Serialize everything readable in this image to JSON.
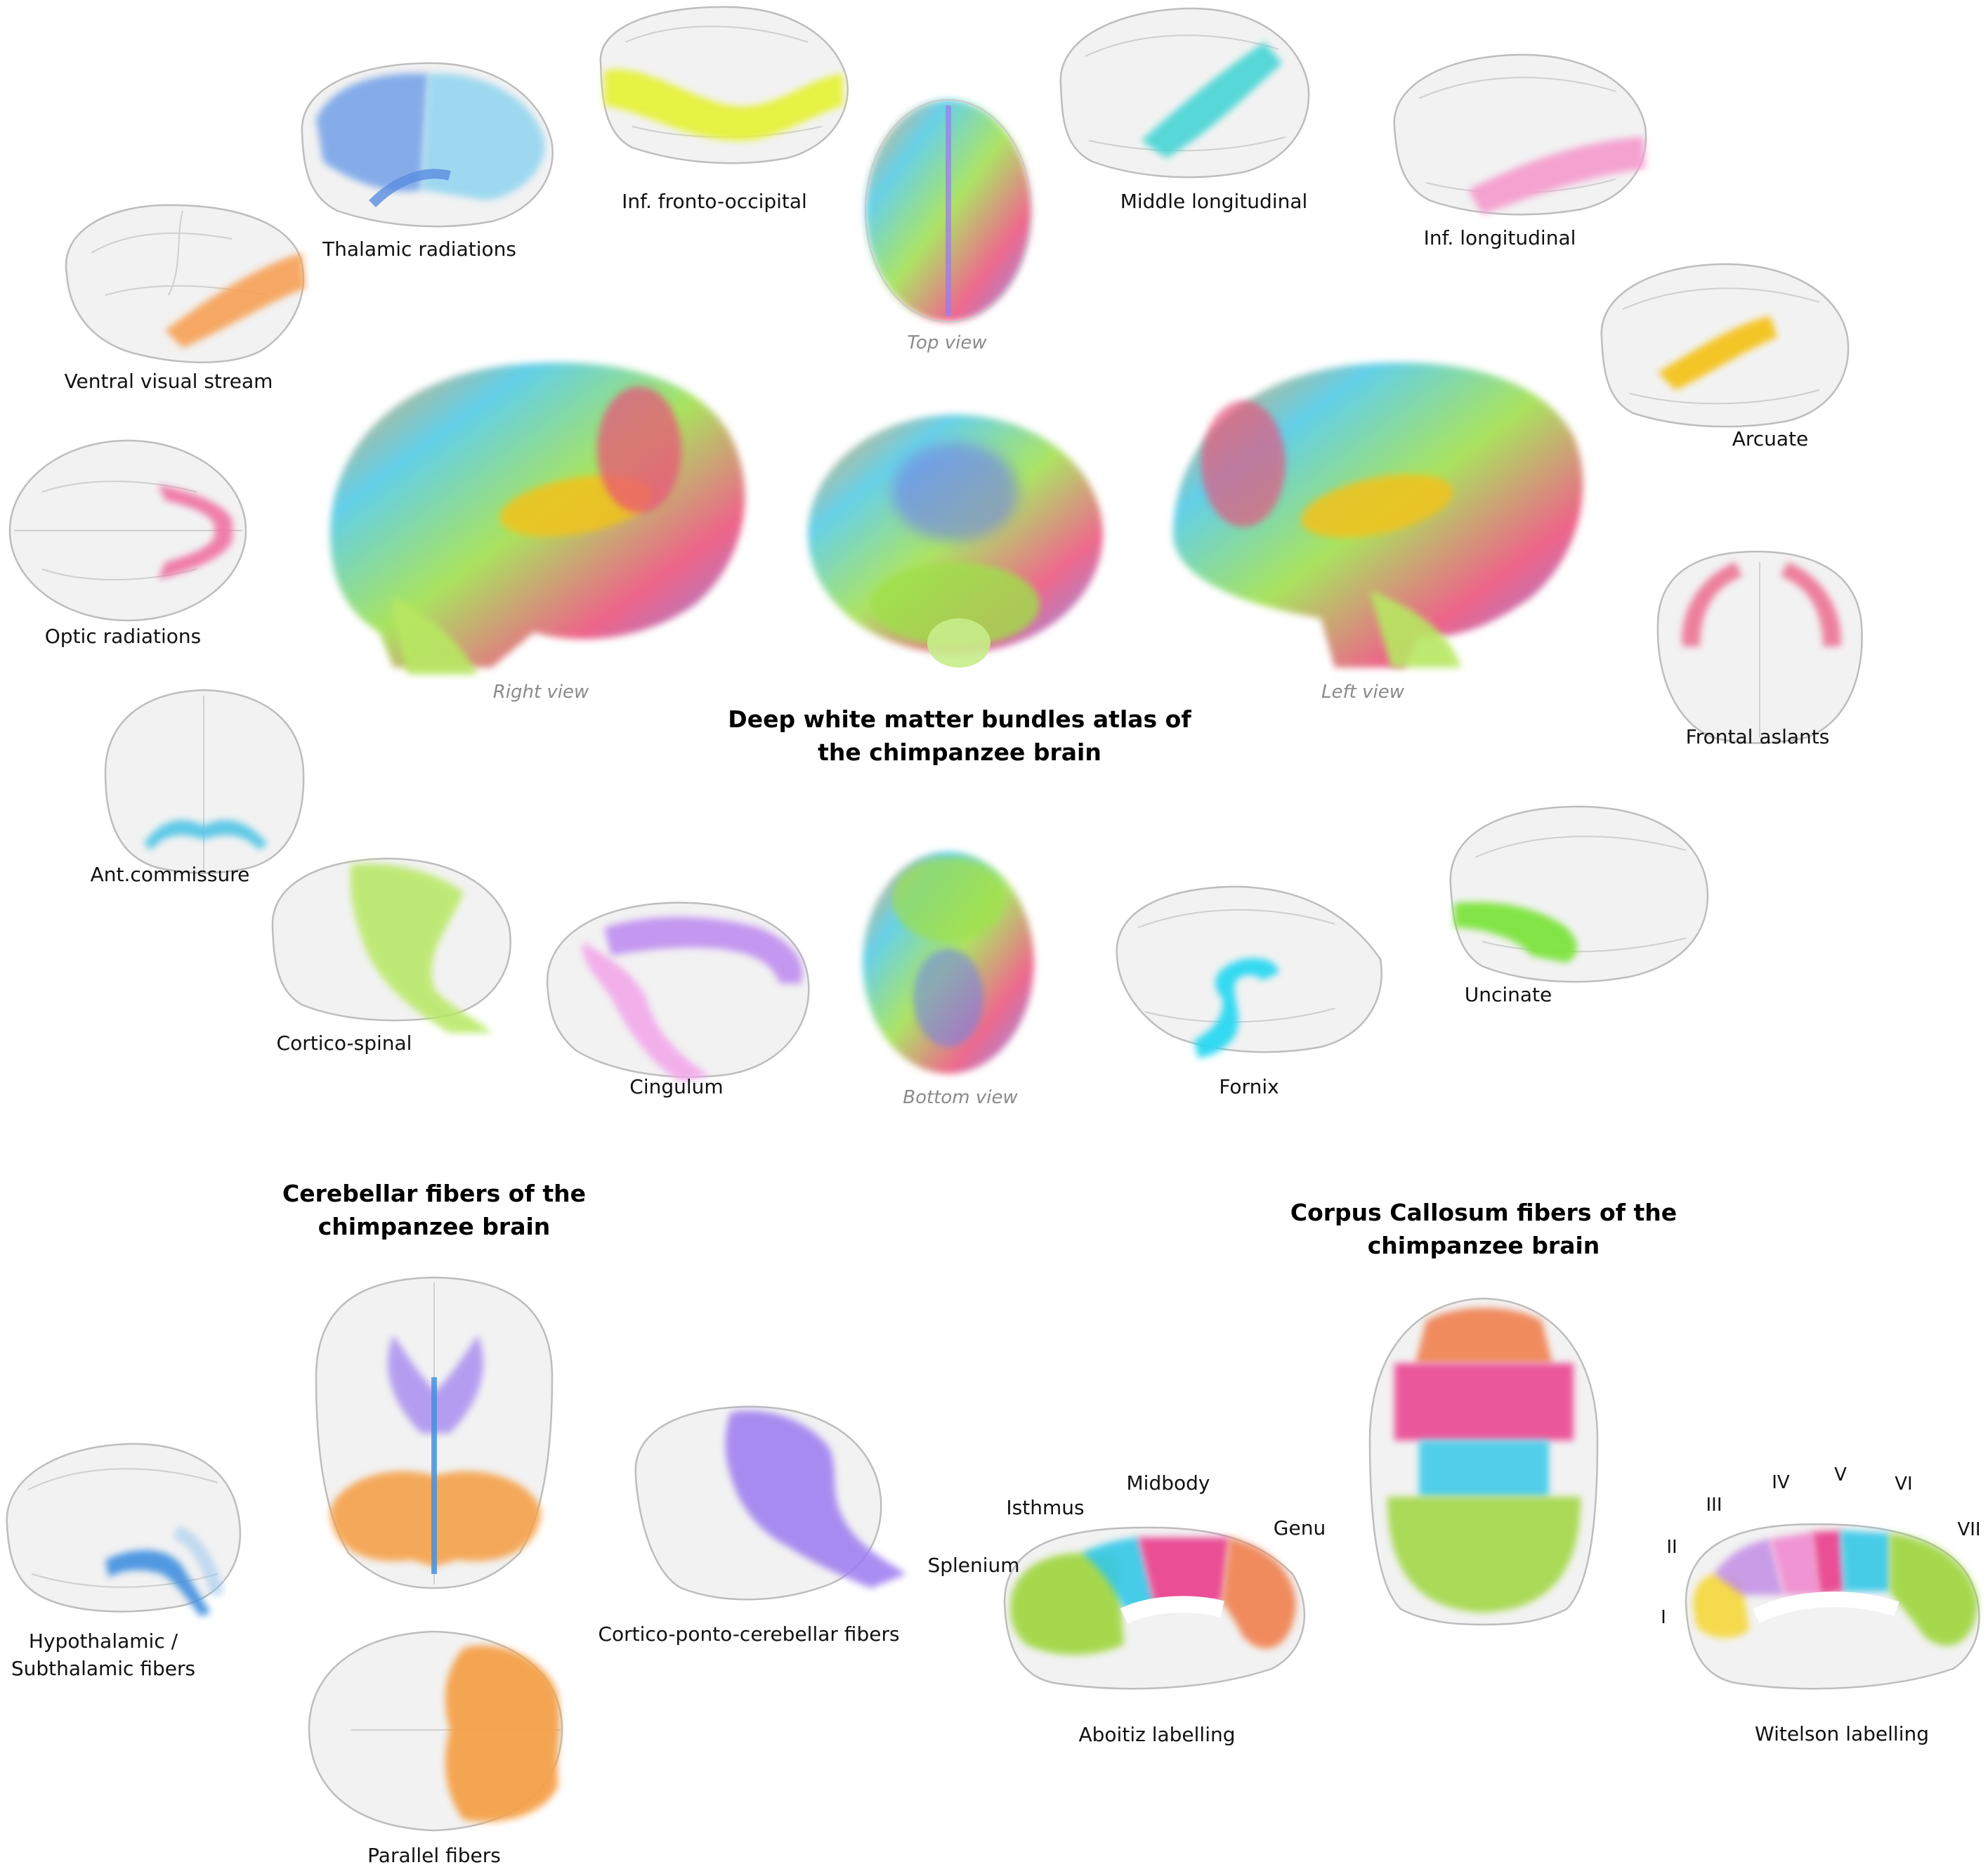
{
  "colors": {
    "ventral_visual_stream": "#f7a055",
    "thalamic_radiations_dark": "#6b9be8",
    "thalamic_radiations_light": "#8fd4f0",
    "inf_fronto_occipital": "#e6f23b",
    "middle_longitudinal": "#4fd6d6",
    "inf_longitudinal": "#f59fcf",
    "arcuate": "#f5c31e",
    "optic_radiations": "#ef78a6",
    "frontal_aslants": "#ec6c8e",
    "ant_commissure": "#58c7e6",
    "cortico_spinal": "#b7e862",
    "cingulum_purple": "#c08ef0",
    "cingulum_pink": "#f2a8ea",
    "fornix": "#2ad8f2",
    "uncinate": "#7de43e",
    "cerebellar_purple": "#9b7af0",
    "cerebellar_orange": "#f5a14a",
    "cerebellar_blue": "#3f8fe0",
    "cc_orange": "#f08050",
    "cc_magenta": "#ea3e8c",
    "cc_cyan": "#35c8e8",
    "cc_green": "#9ed63c",
    "cc_yellow": "#f5d83a",
    "cc_lilac": "#c28ee6",
    "cc_pink": "#f08ad0"
  },
  "deep_atlas": {
    "title_line1": "Deep white matter bundles atlas of",
    "title_line2": "the chimpanzee brain",
    "views": {
      "top": "Top view",
      "right": "Right view",
      "left": "Left view",
      "bottom": "Bottom view"
    },
    "bundles": [
      "Thalamic radiations",
      "Inf. fronto-occipital",
      "Middle longitudinal",
      "Inf. longitudinal",
      "Ventral visual stream",
      "Arcuate",
      "Optic radiations",
      "Frontal aslants",
      "Ant.commissure",
      "Cortico-spinal",
      "Cingulum",
      "Fornix",
      "Uncinate"
    ]
  },
  "cerebellar": {
    "title_line1": "Cerebellar fibers of the",
    "title_line2": "chimpanzee brain",
    "labels": {
      "hypothalamic_line1": "Hypothalamic /",
      "hypothalamic_line2": "Subthalamic fibers",
      "cortico_ponto": "Cortico-ponto-cerebellar fibers",
      "parallel": "Parallel fibers"
    }
  },
  "corpus_callosum": {
    "title_line1": "Corpus Callosum fibers of the",
    "title_line2": "chimpanzee brain",
    "aboitiz": {
      "caption": "Aboitiz  labelling",
      "regions": [
        "Midbody",
        "Isthmus",
        "Genu",
        "Splenium"
      ]
    },
    "witelson": {
      "caption": "Witelson  labelling",
      "regions": [
        "I",
        "II",
        "III",
        "IV",
        "V",
        "VI",
        "VII"
      ]
    }
  }
}
